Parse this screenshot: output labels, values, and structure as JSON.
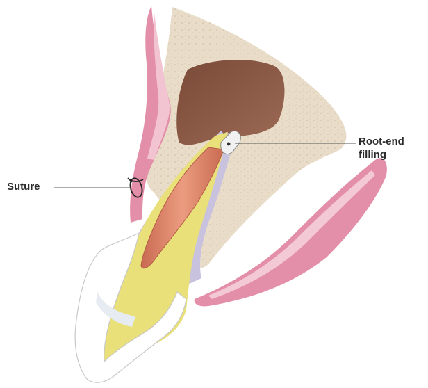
{
  "labels": {
    "suture": "Suture",
    "root_end_line1": "Root-end",
    "root_end_line2": "filling"
  },
  "colors": {
    "gingiva": "#e38fa9",
    "gingiva_light": "#f2c4d2",
    "bone": "#e8dcc8",
    "cavity": "#8b5a46",
    "pulp_canal": "#e9e07a",
    "gutta_percha": "#e08a6f",
    "root_end_filling": "#f1f1f1",
    "enamel": "#ffffff",
    "ligament": "#c9c2de",
    "leader_line": "#555555"
  }
}
